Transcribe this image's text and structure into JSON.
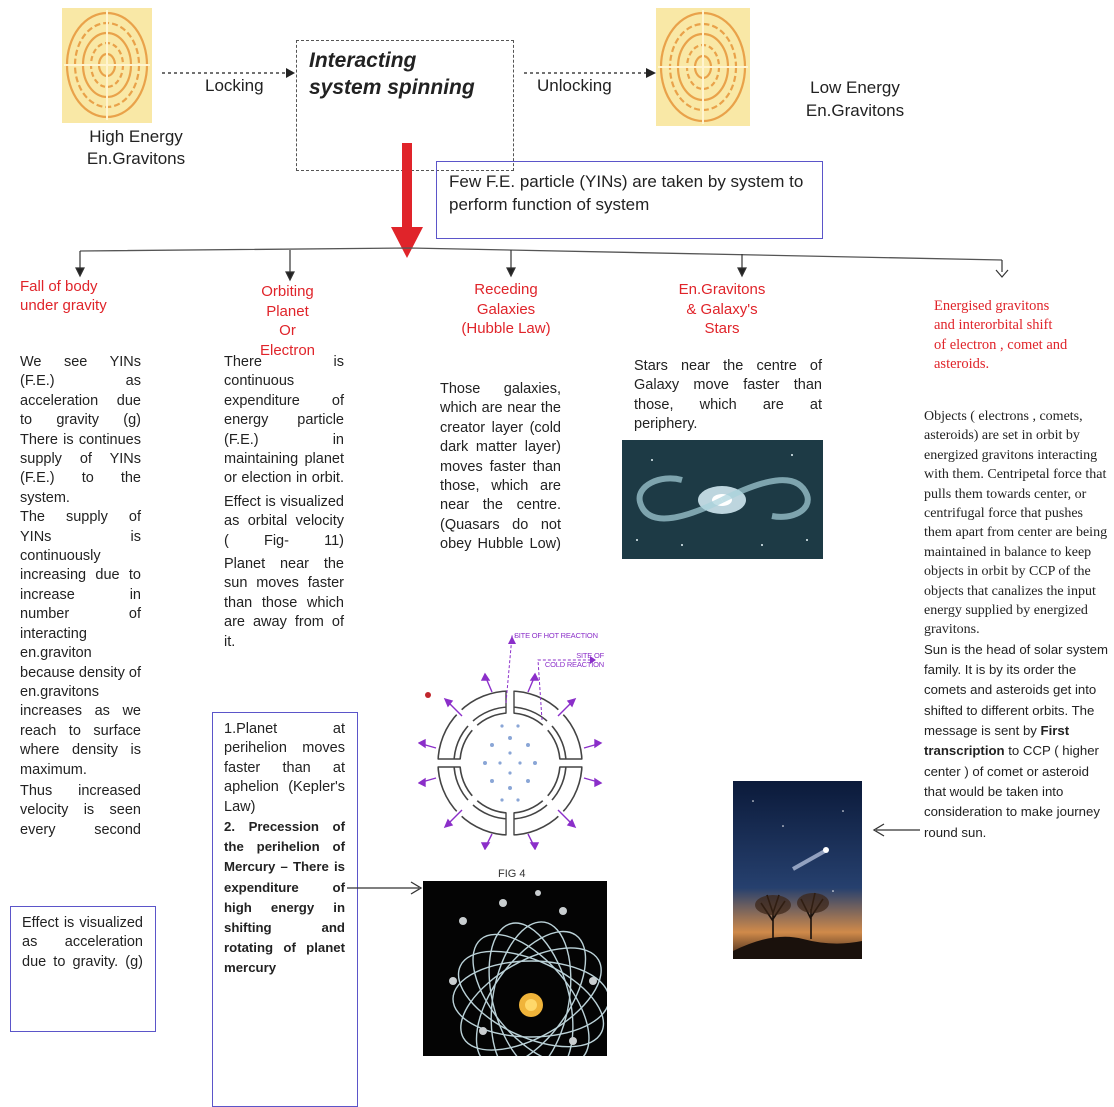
{
  "top": {
    "high_energy": "High Energy\nEn.Gravitons",
    "locking": "Locking",
    "center": "Interacting\nsystem spinning",
    "unlocking": "Unlocking",
    "low_energy": "Low Energy\nEn.Gravitons",
    "few_fe": "Few F.E. particle (YINs) are taken by system to perform function of system"
  },
  "columns": {
    "c1": {
      "heading": "Fall of body\nunder gravity",
      "p1": "We see YINs (F.E.) as acceleration due to gravity (g)",
      "p2": "There is continues supply of YINs (F.E.) to the system.",
      "p3": "The supply of YINs is continuously increasing due to increase in number of interacting en.graviton because density of en.gravitons increases as we reach to surface where density is maximum.",
      "p4": "Thus increased velocity is seen every second",
      "box": "Effect is visualized as acceleration due to gravity. (g)"
    },
    "c2": {
      "heading": "Orbiting\nPlanet\nOr\nElectron",
      "p1": "There is continuous expenditure of energy particle (F.E.) in maintaining planet or election in orbit.",
      "p2": "Effect is visualized as orbital velocity ( Fig- 11)",
      "p3": "Planet near the sun moves faster than those which are away from of it.",
      "box_p1": "1.Planet at perihelion moves faster than at aphelion (Kepler's Law)",
      "box_p2": "2. Precession of the perihelion of Mercury – There is expenditure of high energy in shifting and rotating of planet mercury"
    },
    "c3": {
      "heading": "Receding\nGalaxies\n(Hubble Law)",
      "p1": "Those galaxies, which are near the creator layer (cold dark matter layer) moves faster than those, which are near the centre.",
      "p2": "(Quasars do not obey Hubble Low)"
    },
    "c4": {
      "heading": "En.Gravitons\n& Galaxy's\nStars",
      "p1": "Stars near the centre of Galaxy move faster than those, which are at periphery."
    },
    "c5": {
      "heading": "Energised gravitons\nand interorbital shift\nof electron , comet and\nasteroids.",
      "p1": "Objects ( electrons , comets, asteroids) are set in orbit by energized gravitons interacting with them. Centripetal force that pulls them towards center, or centrifugal force that pushes them apart from center are being maintained in balance to keep objects in orbit by CCP of the objects that canalizes the input energy supplied by energized gravitons.",
      "p2a": "Sun is the head of solar system family. It is by its order the comets and asteroids get into shifted to different orbits. The message is sent by ",
      "p2b": "First transcription",
      "p2c": " to CCP ( higher center ) of comet or asteroid that would be taken into consideration to make journey round sun."
    }
  },
  "fig4": {
    "hot_label": "SITE OF HOT REACTION",
    "cold_label": "SITE OF\nCOLD REACTION",
    "caption": "FIG 4"
  },
  "colors": {
    "red": "#e0242a",
    "blue_box": "#5b55c9",
    "purple": "#8b2fc9",
    "graviton": "#f7e7a4"
  }
}
